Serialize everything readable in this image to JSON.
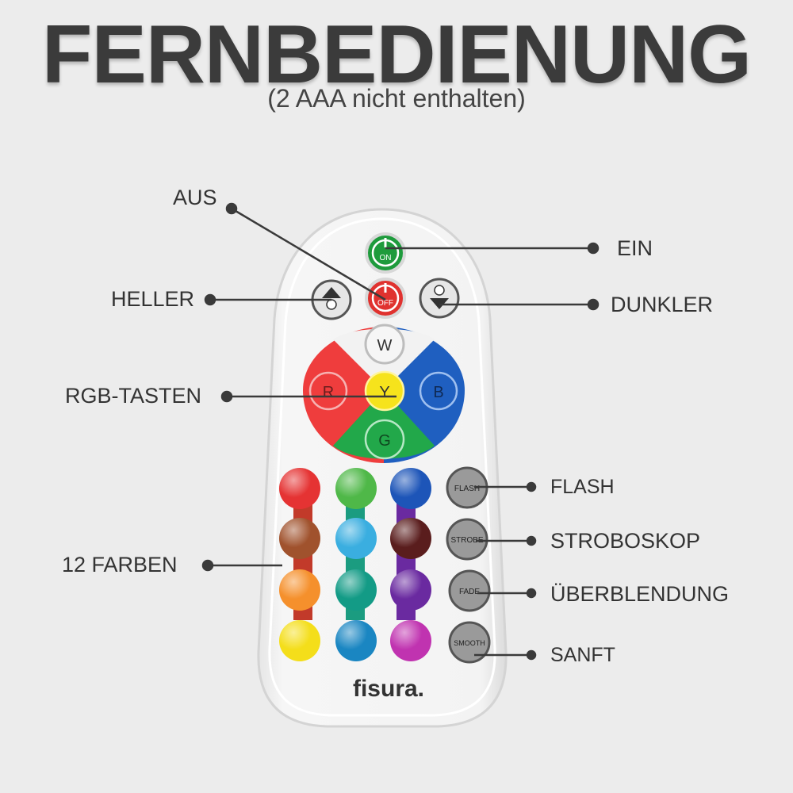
{
  "header": {
    "title": "FERNBEDIENUNG",
    "subtitle": "(2 AAA nicht enthalten)"
  },
  "labels": {
    "aus": "AUS",
    "ein": "EIN",
    "heller": "HELLER",
    "dunkler": "DUNKLER",
    "rgb": "RGB-TASTEN",
    "farben": "12 FARBEN",
    "flash": "FLASH",
    "strobe": "STROBOSKOP",
    "fade": "ÜBERBLENDUNG",
    "smooth": "SANFT"
  },
  "remote": {
    "brand": "fisura.",
    "on": "ON",
    "off": "OFF",
    "w": "W",
    "r": "R",
    "y": "Y",
    "b": "B",
    "g": "G",
    "flash": "FLASH",
    "strobe": "STROBE",
    "fade": "FADE",
    "smooth": "SMOOTH"
  },
  "colors": {
    "rows": [
      [
        "#e53333",
        "#4fb848",
        "#1d55b8"
      ],
      [
        "#a0522d",
        "#3aaee0",
        "#5a1d1d"
      ],
      [
        "#f5902c",
        "#139b86",
        "#6a2aa0"
      ],
      [
        "#f4de1a",
        "#1a86c2",
        "#c033b0"
      ]
    ]
  }
}
